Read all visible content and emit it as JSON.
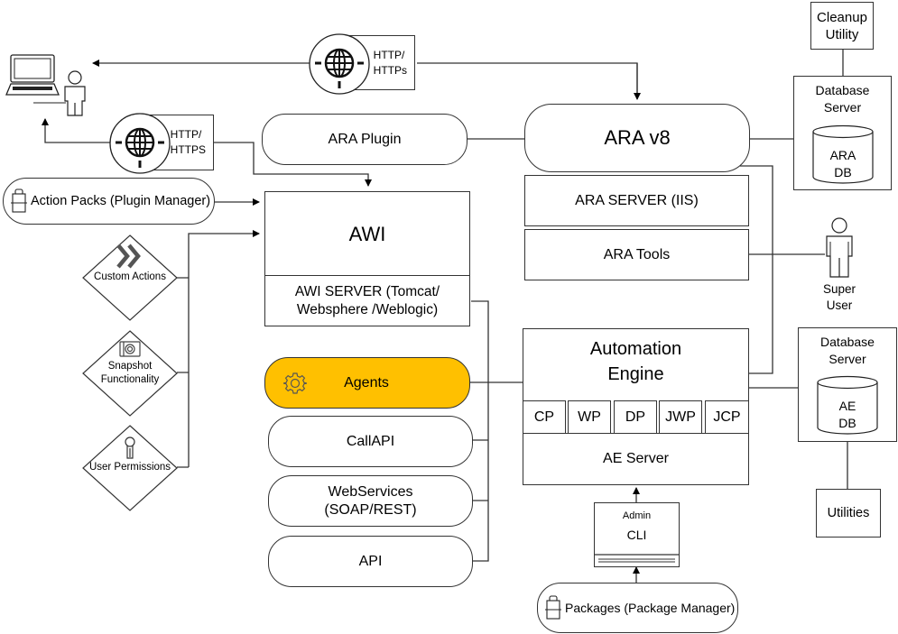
{
  "diagram": {
    "client": {
      "laptop_icon": "laptop-icon",
      "user_icon": "user-icon"
    },
    "protocols": {
      "top": {
        "label": "HTTP/\nHTTPs",
        "line1": "HTTP/",
        "line2": "HTTPs",
        "icon": "globe-icon"
      },
      "left": {
        "label": "HTTP/\nHTTPS",
        "line1": "HTTP/",
        "line2": "HTTPS",
        "icon": "globe-icon"
      }
    },
    "ara": {
      "plugin": "ARA Plugin",
      "main": "ARA v8",
      "server": "ARA SERVER (IIS)",
      "tools": "ARA Tools"
    },
    "cleanup_utility": {
      "line1": "Cleanup",
      "line2": "Utility"
    },
    "ara_db_server": {
      "line1": "Database",
      "line2": "Server",
      "db_line1": "ARA",
      "db_line2": "DB"
    },
    "super_user": {
      "line1": "Super",
      "line2": "User",
      "icon": "user-icon"
    },
    "action_packs": {
      "label": "Action Packs (Plugin Manager)",
      "icon": "package-icon"
    },
    "awi": {
      "title": "AWI",
      "server_line1": "AWI SERVER (Tomcat/",
      "server_line2": "Websphere /Weblogic)"
    },
    "features": [
      {
        "label": "Custom Actions",
        "icon": "double-chevron-icon"
      },
      {
        "label_line1": "Snapshot",
        "label_line2": "Functionality",
        "icon": "camera-icon"
      },
      {
        "label": "User Permissions",
        "icon": "key-icon"
      }
    ],
    "agents": {
      "label": "Agents",
      "icon": "gear-icon",
      "fill": "#FFC000"
    },
    "callapi": "CallAPI",
    "webservices": {
      "line1": "WebServices",
      "line2": "(SOAP/REST)"
    },
    "api": "API",
    "automation_engine": {
      "title_line1": "Automation",
      "title_line2": "Engine",
      "processes": [
        "CP",
        "WP",
        "DP",
        "JWP",
        "JCP"
      ],
      "server": "AE Server"
    },
    "ae_db_server": {
      "line1": "Database",
      "line2": "Server",
      "db_line1": "AE",
      "db_line2": "DB"
    },
    "utilities": "Utilities",
    "admin_cli": {
      "line1": "Admin",
      "line2": "CLI"
    },
    "packages": {
      "label": "Packages (Package Manager)",
      "icon": "package-icon"
    }
  }
}
